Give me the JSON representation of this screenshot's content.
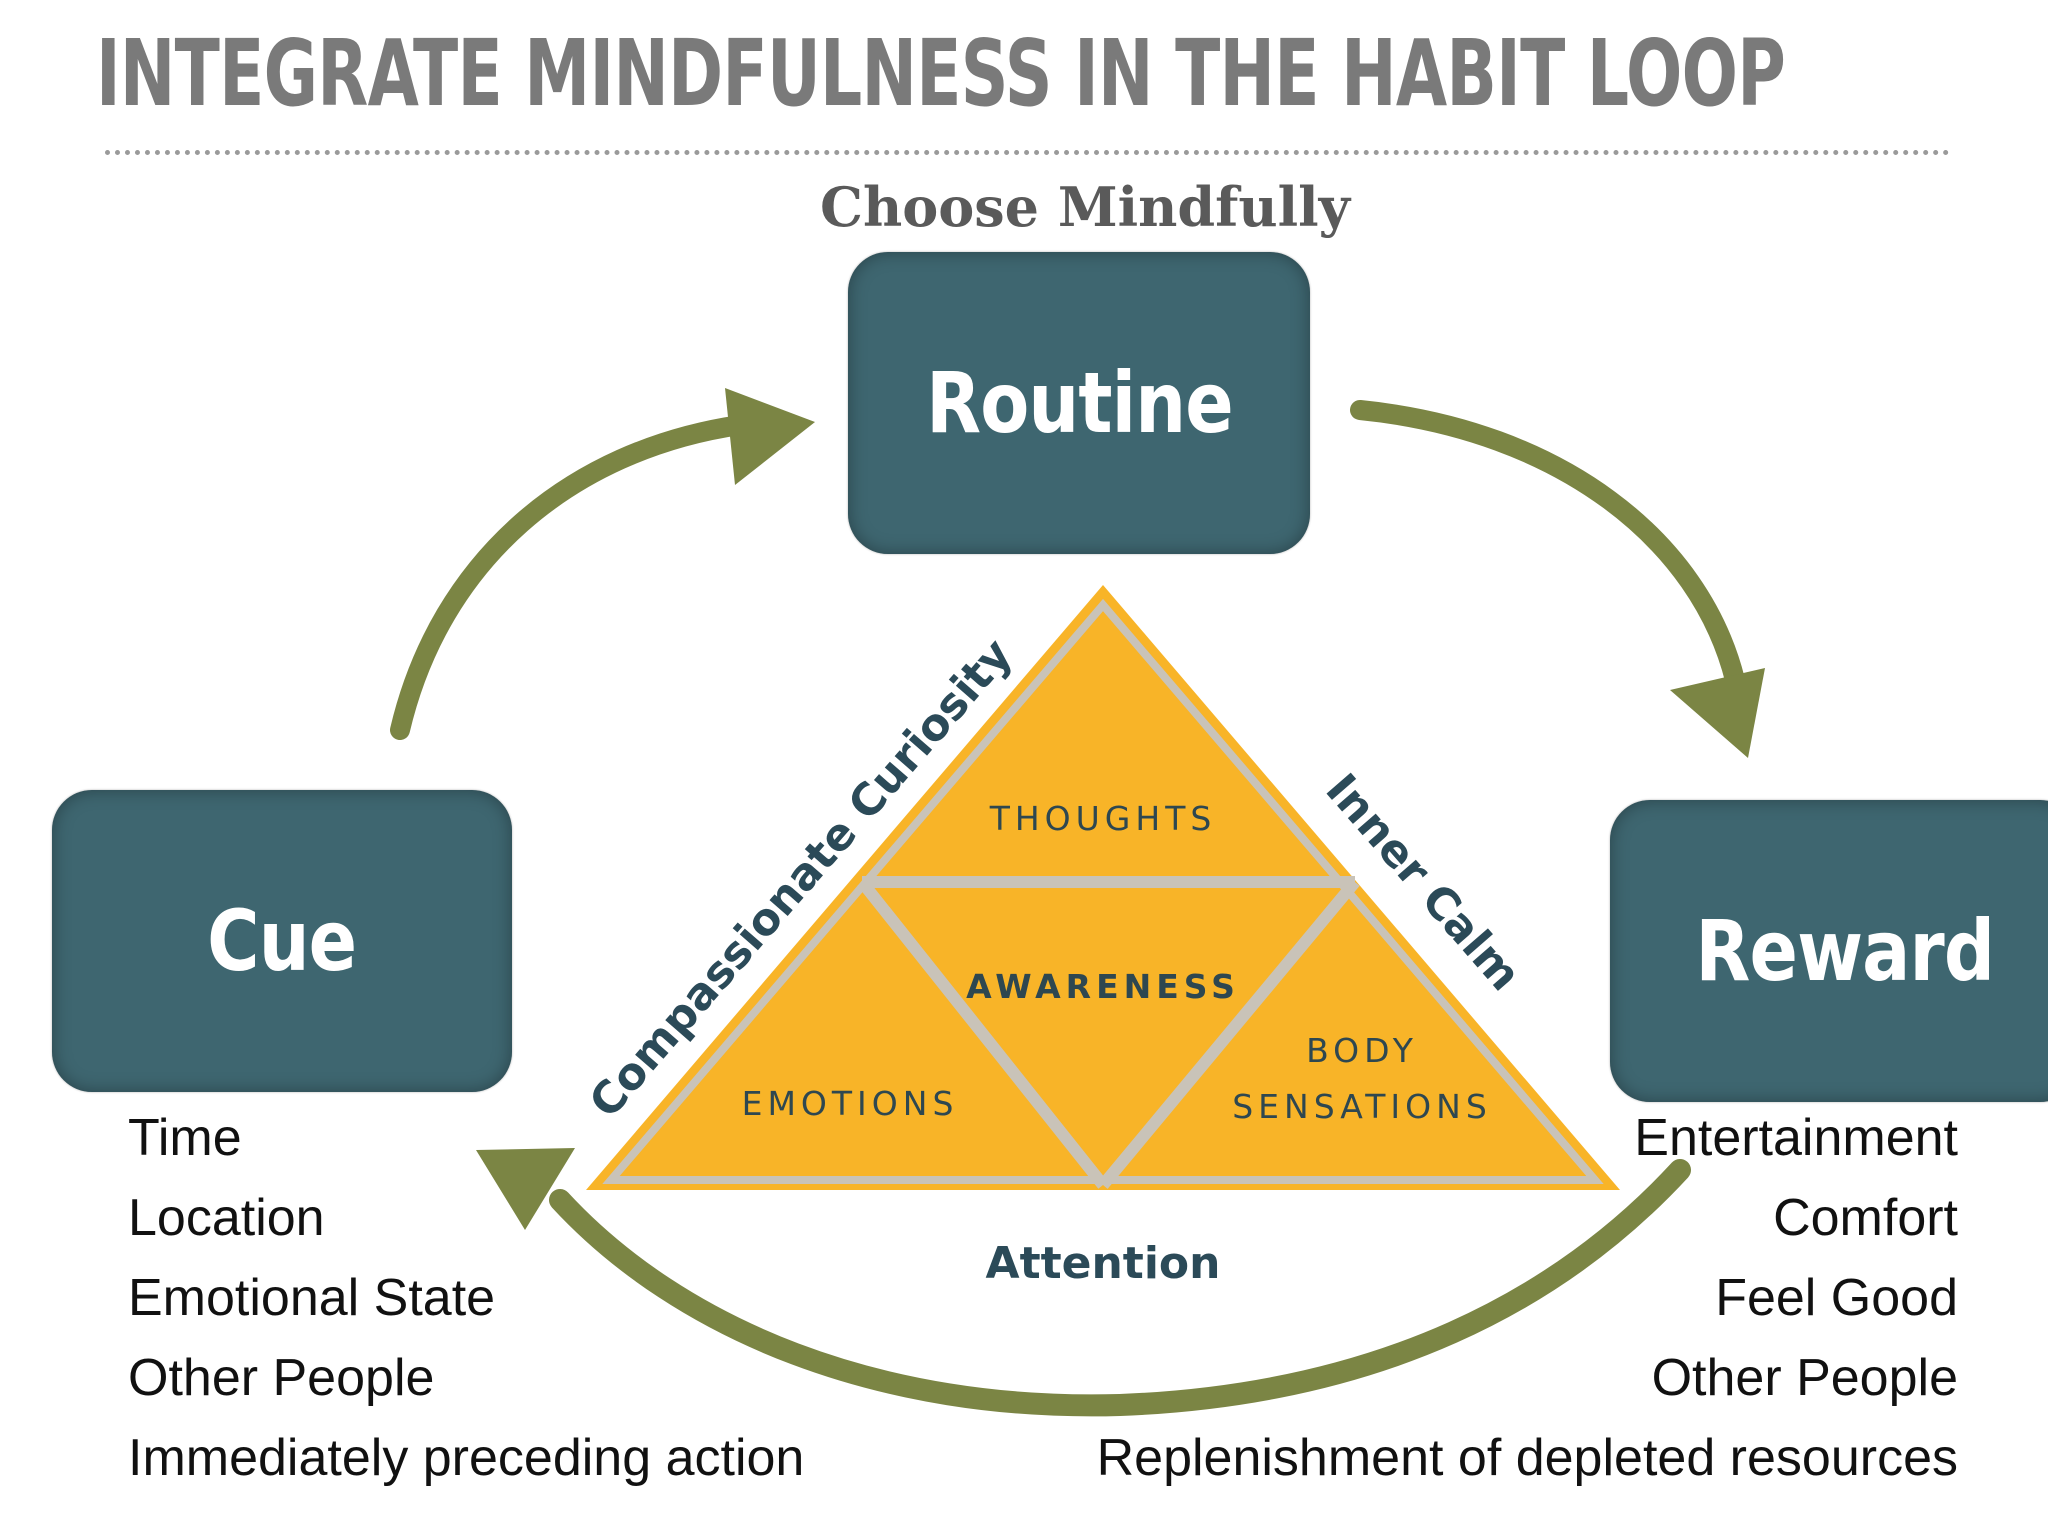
{
  "title": "INTEGRATE MINDFULNESS IN THE HABIT LOOP",
  "choose_label": "Choose Mindfully",
  "boxes": {
    "routine": "Routine",
    "cue": "Cue",
    "reward": "Reward"
  },
  "cue_items": [
    "Time",
    "Location",
    "Emotional State",
    "Other People",
    "Immediately preceding action"
  ],
  "reward_items": [
    "Entertainment",
    "Comfort",
    "Feel Good",
    "Other People",
    "Replenishment of depleted resources"
  ],
  "triangle": {
    "thoughts": "THOUGHTS",
    "awareness": "AWARENESS",
    "emotions": "EMOTIONS",
    "body_line1": "BODY",
    "body_line2": "SENSATIONS"
  },
  "sides": {
    "left": "Compassionate Curiosity",
    "right": "Inner Calm",
    "bottom": "Attention"
  },
  "colors": {
    "box": "#3e6670",
    "arrow": "#7b8544",
    "triangle": "#f8b428",
    "triangle_line": "#c9c3b8",
    "title": "#7a7a7a"
  }
}
